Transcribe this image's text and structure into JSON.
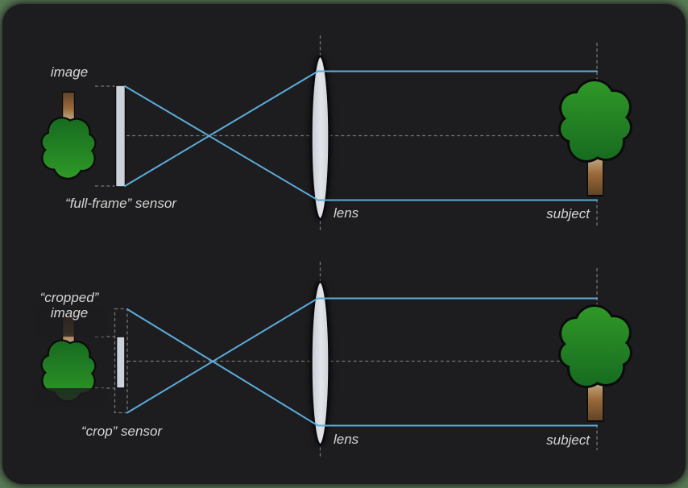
{
  "title": "full-frame vs crop sensor optics diagram",
  "colors": {
    "edge_green": "#587b56",
    "panel_bg": "#1d1d1f",
    "ray_blue": "#5cacda",
    "dash_gray": "#8b8b8b",
    "label_color": "#d6d6d6",
    "sensor_fill": "#ccd1da",
    "lens_fill": "#d3d6dd",
    "canopy_green_top": "#2f9827",
    "canopy_green_bottom": "#176b20",
    "trunk_light": "#cfc2a8",
    "trunk_dark": "#5e4126"
  },
  "top_panel": {
    "image_label": "image",
    "sensor_label": "“full-frame” sensor",
    "lens_label": "lens",
    "subject_label": "subject"
  },
  "bottom_panel": {
    "image_label_line1": "“cropped”",
    "image_label_line2": "image",
    "sensor_label": "“crop” sensor",
    "lens_label": "lens",
    "subject_label": "subject"
  }
}
